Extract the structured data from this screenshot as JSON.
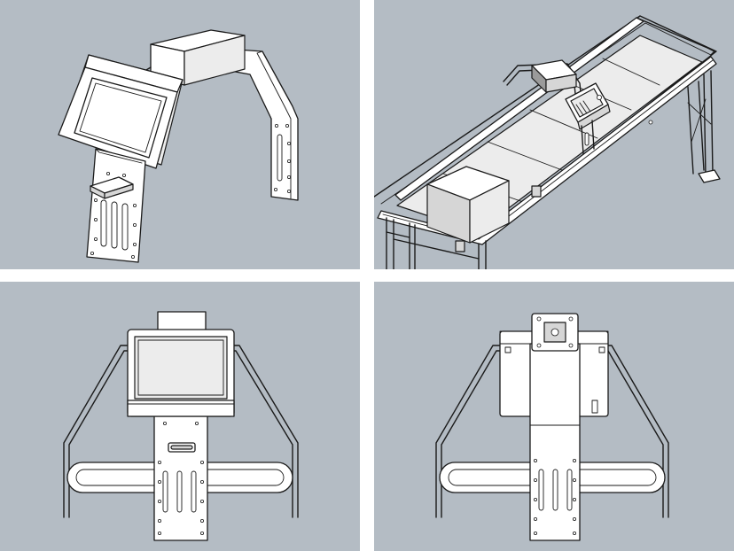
{
  "figure": {
    "panels": [
      {
        "id": "isometric-bracket-view",
        "colors": {
          "background": "#b4bcc4",
          "line": "#1a1a1a"
        }
      },
      {
        "id": "conveyor-mounted-view",
        "colors": {
          "background": "#b4bcc4",
          "line": "#1a1a1a"
        }
      },
      {
        "id": "front-bracket-view",
        "colors": {
          "background": "#b4bcc4",
          "line": "#1a1a1a"
        }
      },
      {
        "id": "rear-bracket-view",
        "colors": {
          "background": "#b4bcc4",
          "line": "#1a1a1a"
        }
      }
    ],
    "separator_color": "#ffffff"
  }
}
